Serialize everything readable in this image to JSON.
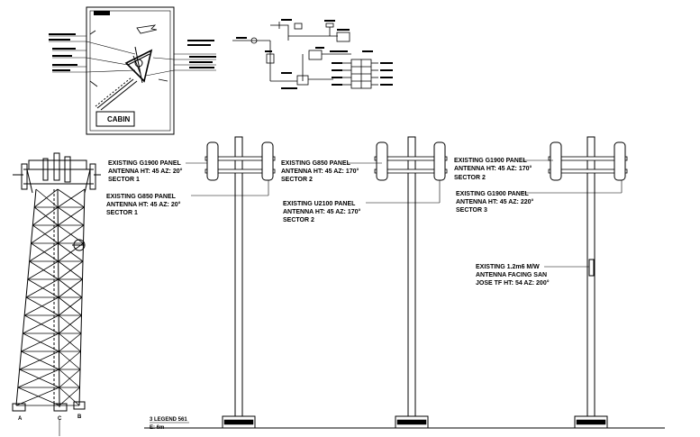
{
  "site_plan": {
    "cabin_label": "CABIN"
  },
  "labels": {
    "pole1": [
      [
        "EXISTING G1900 PANEL",
        "ANTENNA HT: 45 AZ: 20°",
        "SECTOR 1"
      ],
      [
        "EXISTING G850 PANEL",
        "ANTENNA HT: 45 AZ: 20°",
        "SECTOR 1"
      ]
    ],
    "pole2": [
      [
        "EXISTING G850 PANEL",
        "ANTENNA HT: 45 AZ: 170°",
        "SECTOR 2"
      ],
      [
        "EXISTING U2100 PANEL",
        "ANTENNA HT: 45 AZ: 170°",
        "SECTOR 2"
      ]
    ],
    "pole3": [
      [
        "EXISTING G1900 PANEL",
        "ANTENNA HT: 45 AZ: 170°",
        "SECTOR 2"
      ],
      [
        "EXISTING G1900 PANEL",
        "ANTENNA HT: 45 AZ: 220°",
        "SECTOR 3"
      ],
      [
        "EXISTING 1.2m6 M/W",
        "ANTENNA FACING SAN",
        "JOSE TF HT: 54 AZ: 200°"
      ]
    ]
  },
  "legend": {
    "line1": "3 LEGEND 561",
    "line2": "E: 6m"
  },
  "tower_legs": {
    "a": "A",
    "b": "B",
    "c": "C"
  }
}
